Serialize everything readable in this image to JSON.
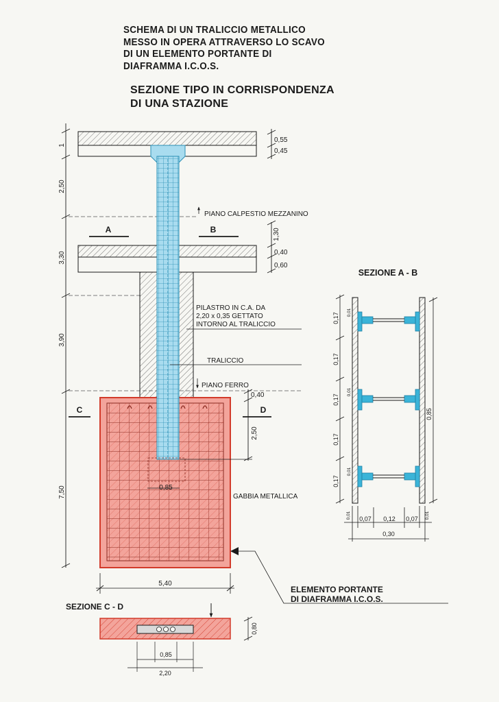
{
  "title": {
    "lines": [
      "SCHEMA DI UN TRALICCIO METALLICO",
      "MESSO IN OPERA ATTRAVERSO LO SCAVO",
      "DI UN ELEMENTO PORTANTE DI",
      "DIAFRAMMA I.C.O.S."
    ]
  },
  "subtitle": {
    "lines": [
      "SEZIONE TIPO IN CORRISPONDENZA",
      "DI UNA STAZIONE"
    ]
  },
  "main_section": {
    "left_dims": [
      "1",
      "2,50",
      "3,30",
      "3,90",
      "7,50"
    ],
    "right_dims_top": [
      "0,55",
      "0,45"
    ],
    "right_dims_mid": [
      "1,30",
      "0,40",
      "0,60"
    ],
    "right_dims_low": [
      "0,40",
      "2,50"
    ],
    "cut_labels": [
      "A",
      "B",
      "C",
      "D"
    ],
    "labels": {
      "piano_calpestio": "PIANO CALPESTIO MEZZANINO",
      "pilastro_1": "PILASTRO IN C.A. DA",
      "pilastro_2": "2,20 x 0,35 GETTATO",
      "pilastro_3": "INTORNO AL TRALICCIO",
      "traliccio": "TRALICCIO",
      "piano_ferro": "PIANO FERRO",
      "gabbia": "GABBIA METALLICA",
      "elemento_1": "ELEMENTO PORTANTE",
      "elemento_2": "DI DIAFRAMMA I.C.O.S."
    },
    "inner_dim": "0,85",
    "bottom_dim": "5,40"
  },
  "section_ab": {
    "title": "SEZIONE A - B",
    "left_dims": [
      "0,17",
      "0,17",
      "0,17",
      "0,17",
      "0,17"
    ],
    "small_dims": [
      "0,01",
      "0,01",
      "0,01"
    ],
    "right_dim": "0,85",
    "bottom_small": [
      "0,01",
      "0,01"
    ],
    "bottom_dims": [
      "0,07",
      "0,12",
      "0,07"
    ],
    "total_width": "0,30"
  },
  "section_cd": {
    "title": "SEZIONE C - D",
    "height_dim": "0,80",
    "inner_width": "0,85",
    "outer_width": "2,20"
  },
  "colors": {
    "concrete": "#f3a49b",
    "concrete_edge": "#d23a2a",
    "truss": "#a9dcef",
    "truss_edge": "#2a8fb5",
    "line": "#1a1a1a"
  }
}
